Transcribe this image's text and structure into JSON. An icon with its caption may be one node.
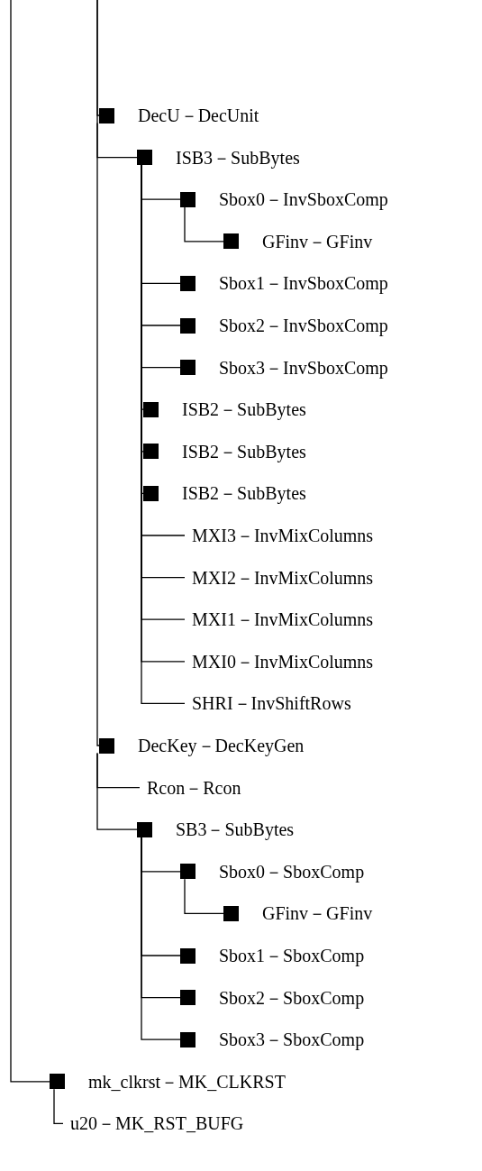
{
  "diagram": {
    "nodes": [
      {
        "text": [
          "DecU－DecUnit"
        ]
      },
      {
        "text": [
          "ISB3－SubBytes"
        ]
      },
      {
        "text": [
          "Sbox0－InvSboxComp"
        ]
      },
      {
        "text": [
          "GFinv－GFinv"
        ]
      },
      {
        "text": [
          "Sbox1－InvSboxComp"
        ]
      },
      {
        "text": [
          "Sbox2－InvSboxComp"
        ]
      },
      {
        "text": [
          "Sbox3－InvSboxComp"
        ]
      },
      {
        "text": [
          "ISB2－SubBytes"
        ]
      },
      {
        "text": [
          "ISB2－SubBytes"
        ]
      },
      {
        "text": [
          "ISB2－SubBytes"
        ]
      },
      {
        "text": [
          "MXI3－InvMixColumns"
        ]
      },
      {
        "text": [
          "MXI2－InvMixColumns"
        ]
      },
      {
        "text": [
          "MXI1－InvMixColumns"
        ]
      },
      {
        "text": [
          "MXI0－InvMixColumns"
        ]
      },
      {
        "text": [
          "SHRI－InvShiftRows"
        ]
      },
      {
        "text": [
          "DecKey－DecKeyGen"
        ]
      },
      {
        "text": [
          "Rcon－Rcon"
        ]
      },
      {
        "text": [
          "SB3－SubBytes"
        ]
      },
      {
        "text": [
          "Sbox0－SboxComp"
        ]
      },
      {
        "text": [
          "GFinv－GFinv"
        ]
      },
      {
        "text": [
          "Sbox1－SboxComp"
        ]
      },
      {
        "text": [
          "Sbox2－SboxComp"
        ]
      },
      {
        "text": [
          "Sbox3－SboxComp"
        ]
      },
      {
        "text": [
          "mk_clkrst－MK_CLKRST"
        ]
      },
      {
        "text": [
          "u20－MK_RST_BUFG"
        ]
      }
    ],
    "edges": [
      {
        "from": null,
        "to": 0,
        "arrow": "none"
      },
      {
        "from": 0,
        "to": 1,
        "arrow": "none"
      },
      {
        "from": 1,
        "to": 2,
        "arrow": "none"
      },
      {
        "from": 2,
        "to": 3,
        "arrow": "none"
      },
      {
        "from": 1,
        "to": 4,
        "arrow": "none"
      },
      {
        "from": 1,
        "to": 5,
        "arrow": "none"
      },
      {
        "from": 1,
        "to": 6,
        "arrow": "none"
      },
      {
        "from": 1,
        "to": 7,
        "arrow": "none"
      },
      {
        "from": 1,
        "to": 8,
        "arrow": "none"
      },
      {
        "from": 1,
        "to": 9,
        "arrow": "none"
      },
      {
        "from": 1,
        "to": 10,
        "arrow": "none"
      },
      {
        "from": 1,
        "to": 11,
        "arrow": "none"
      },
      {
        "from": 1,
        "to": 12,
        "arrow": "none"
      },
      {
        "from": 1,
        "to": 13,
        "arrow": "none"
      },
      {
        "from": 1,
        "to": 14,
        "arrow": "none"
      },
      {
        "from": null,
        "to": 15,
        "arrow": "none"
      },
      {
        "from": 15,
        "to": 16,
        "arrow": "none"
      },
      {
        "from": 15,
        "to": 17,
        "arrow": "none"
      },
      {
        "from": 17,
        "to": 18,
        "arrow": "none"
      },
      {
        "from": 18,
        "to": 19,
        "arrow": "none"
      },
      {
        "from": 17,
        "to": 20,
        "arrow": "none"
      },
      {
        "from": 17,
        "to": 21,
        "arrow": "none"
      },
      {
        "from": 17,
        "to": 22,
        "arrow": "none"
      },
      {
        "from": null,
        "to": 23,
        "arrow": "none"
      },
      {
        "from": 23,
        "to": 24,
        "arrow": "none"
      }
    ]
  }
}
